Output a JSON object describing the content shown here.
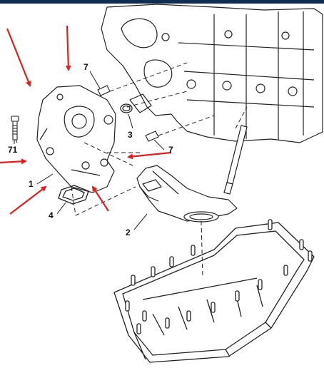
{
  "colors": {
    "top_bar": "#0f2d52",
    "arrow": "#e0201f",
    "line": "#222222",
    "fill": "#ffffff"
  },
  "callouts": {
    "oil_pump": "1",
    "oil_pickup": "2",
    "o_ring": "3",
    "gasket": "4",
    "dowel_upper": "7",
    "dowel_lower": "7",
    "bolt": "71"
  }
}
